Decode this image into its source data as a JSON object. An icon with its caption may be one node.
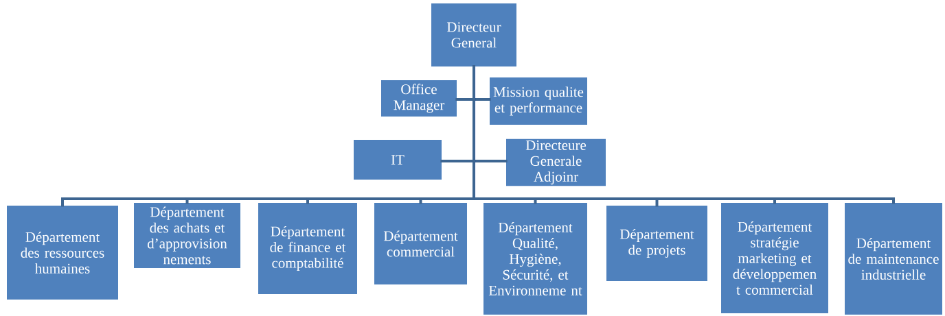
{
  "diagram": {
    "nodes": [
      {
        "text": [
          "Directeur General"
        ]
      },
      {
        "text": [
          "Office Manager"
        ]
      },
      {
        "text": [
          "Mission qualite et performance"
        ]
      },
      {
        "text": [
          "IT"
        ]
      },
      {
        "text": [
          "Directeure Generale Adjoinr"
        ]
      },
      {
        "text": [
          "Département des ressources humaines"
        ]
      },
      {
        "text": [
          "Département des achats et d’approvision nements"
        ]
      },
      {
        "text": [
          "Département de finance et comptabilité"
        ]
      },
      {
        "text": [
          "Département commercial"
        ]
      },
      {
        "text": [
          "Département Qualité, Hygiène, Sécurité, et Environneme nt"
        ]
      },
      {
        "text": [
          "Département de projets"
        ]
      },
      {
        "text": [
          "Département stratégie marketing et développemen t commercial"
        ]
      },
      {
        "text": [
          "Département de maintenance industrielle"
        ]
      }
    ],
    "edges": [
      {
        "from": 0,
        "to": 1,
        "arrow": "none"
      },
      {
        "from": 0,
        "to": 2,
        "arrow": "none"
      },
      {
        "from": 0,
        "to": 3,
        "arrow": "none"
      },
      {
        "from": 0,
        "to": 4,
        "arrow": "none"
      },
      {
        "from": 0,
        "to": 5,
        "arrow": "none"
      },
      {
        "from": 0,
        "to": 6,
        "arrow": "none"
      },
      {
        "from": 0,
        "to": 7,
        "arrow": "none"
      },
      {
        "from": 0,
        "to": 8,
        "arrow": "none"
      },
      {
        "from": 0,
        "to": 9,
        "arrow": "none"
      },
      {
        "from": 0,
        "to": 10,
        "arrow": "none"
      },
      {
        "from": 0,
        "to": 11,
        "arrow": "none"
      },
      {
        "from": 0,
        "to": 12,
        "arrow": "none"
      }
    ]
  }
}
